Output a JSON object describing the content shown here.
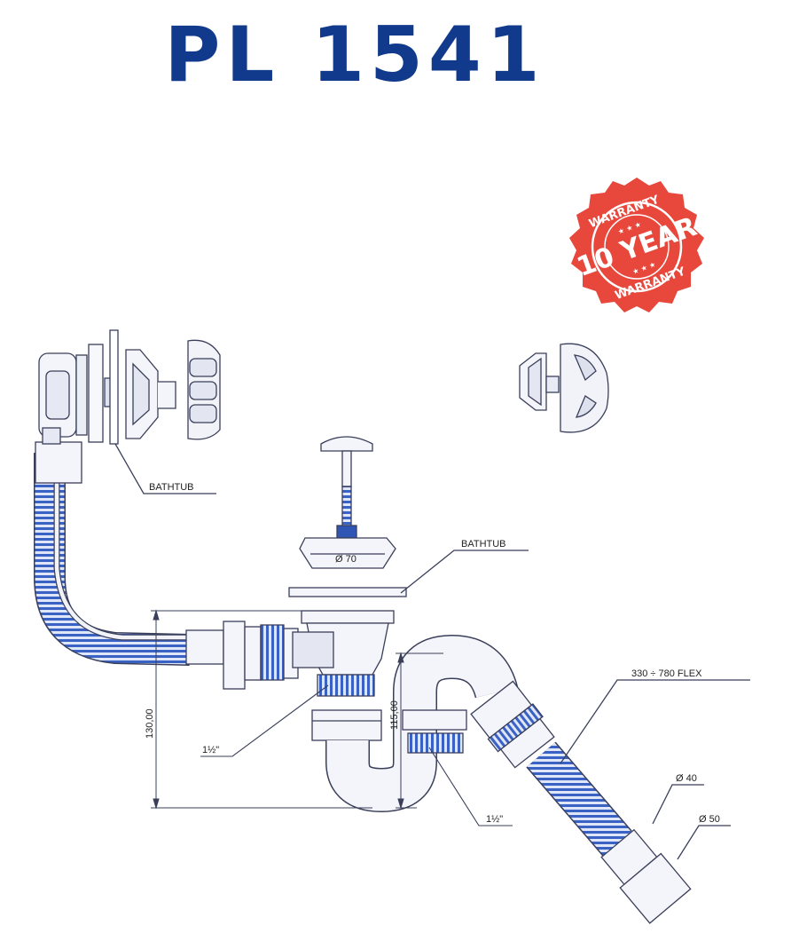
{
  "title": "PL 1541",
  "badge": {
    "top_text": "WARRANTY",
    "main_text": "10 YEAR",
    "bottom_text": "WARRANTY",
    "color": "#e8473b"
  },
  "labels": {
    "bathtub_overflow": "BATHTUB",
    "bathtub_drain": "BATHTUB",
    "diameter_70": "Ø 70",
    "flex_length": "330 ÷ 780 FLEX",
    "diameter_40": "Ø 40",
    "diameter_50": "Ø 50",
    "thread_left": "1½\"",
    "thread_right": "1½\"",
    "height_130": "130,00",
    "height_115": "115,00"
  },
  "colors": {
    "title": "#123a8c",
    "line": "#3a3f5a",
    "blue_part": "#2f55b5",
    "light_fill": "#f4f5fa"
  }
}
